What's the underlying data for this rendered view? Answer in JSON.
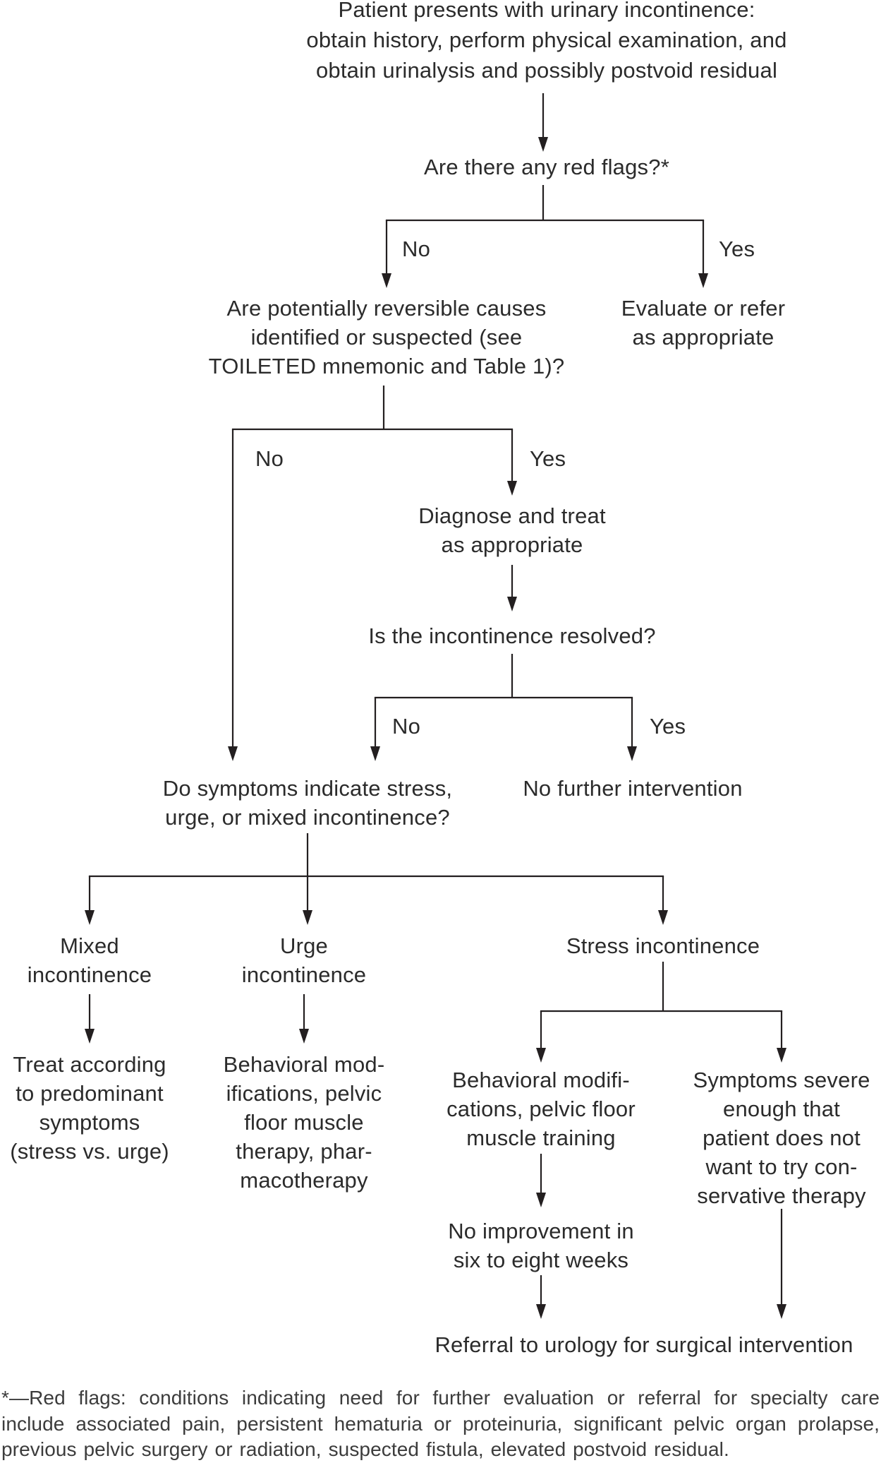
{
  "flowchart": {
    "line_color": "#231f20",
    "text_color": "#2b2b2b",
    "footnote_color": "#3c3c3c",
    "nodes": {
      "start": [
        "Patient presents with urinary incontinence:",
        "obtain history, perform physical examination, and",
        "obtain urinalysis and possibly postvoid residual"
      ],
      "red_flags_question": "Are there any red flags?*",
      "reversible_causes_question": [
        "Are potentially reversible causes",
        "identified or suspected (see",
        "TOILETED mnemonic and Table 1)?"
      ],
      "evaluate_refer": [
        "Evaluate or refer",
        "as appropriate"
      ],
      "diagnose_treat": [
        "Diagnose and treat",
        "as appropriate"
      ],
      "resolved_question": "Is the incontinence resolved?",
      "symptom_type_question": [
        "Do symptoms indicate stress,",
        "urge, or mixed incontinence?"
      ],
      "no_further_intervention": "No further intervention",
      "mixed_incontinence": [
        "Mixed",
        "incontinence"
      ],
      "urge_incontinence": [
        "Urge",
        "incontinence"
      ],
      "stress_incontinence": "Stress incontinence",
      "mixed_treatment": [
        "Treat according",
        "to predominant",
        "symptoms",
        "(stress vs. urge)"
      ],
      "urge_treatment": [
        "Behavioral mod-",
        "ifications, pelvic",
        "floor muscle",
        "therapy, phar-",
        "macotherapy"
      ],
      "stress_conservative": [
        "Behavioral modifi-",
        "cations, pelvic floor",
        "muscle training"
      ],
      "stress_severe": [
        "Symptoms severe",
        "enough that",
        "patient does not",
        "want to try con-",
        "servative therapy"
      ],
      "no_improvement": [
        "No improvement in",
        "six to eight weeks"
      ],
      "referral": "Referral to urology for surgical intervention"
    },
    "branch_labels": {
      "red_flags_no": "No",
      "red_flags_yes": "Yes",
      "reversible_no": "No",
      "reversible_yes": "Yes",
      "resolved_no": "No",
      "resolved_yes": "Yes"
    }
  },
  "footnote": {
    "lines": [
      "*—Red flags: conditions indicating need for further evaluation or referral for specialty care",
      "include associated pain, persistent hematuria or proteinuria, significant pelvic organ prolapse,",
      "previous pelvic surgery or radiation, suspected fistula, elevated postvoid residual."
    ]
  }
}
